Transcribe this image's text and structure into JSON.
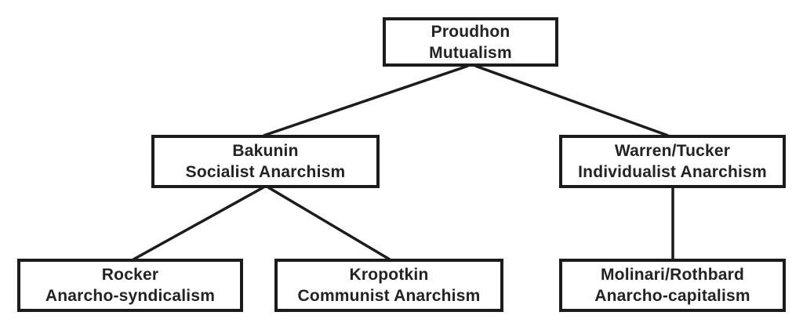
{
  "diagram": {
    "description": "Genealogy of anarchist schools of thought",
    "colors": {
      "background": "#ffffff",
      "box_border": "#1c1c1c",
      "text": "#232323",
      "edge_line": "#1c1c1c"
    },
    "nodes": {
      "proudhon": {
        "name": "Proudhon",
        "school": "Mutualism"
      },
      "bakunin": {
        "name": "Bakunin",
        "school": "Socialist Anarchism"
      },
      "warren": {
        "name": "Warren/Tucker",
        "school": "Individualist Anarchism"
      },
      "rocker": {
        "name": "Rocker",
        "school": "Anarcho-syndicalism"
      },
      "kropotkin": {
        "name": "Kropotkin",
        "school": "Communist Anarchism"
      },
      "molinari": {
        "name": "Molinari/Rothbard",
        "school": "Anarcho-capitalism"
      }
    },
    "edges": [
      {
        "from": "proudhon",
        "to": "bakunin"
      },
      {
        "from": "proudhon",
        "to": "warren"
      },
      {
        "from": "bakunin",
        "to": "rocker"
      },
      {
        "from": "bakunin",
        "to": "kropotkin"
      },
      {
        "from": "warren",
        "to": "molinari"
      }
    ]
  }
}
